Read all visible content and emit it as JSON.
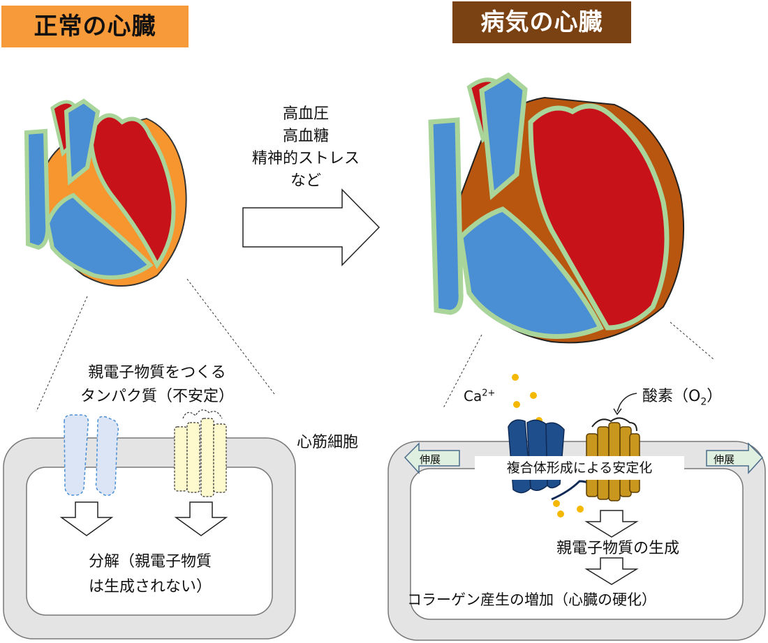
{
  "titles": {
    "normal": "正常の心臓",
    "diseased": "病気の心臓"
  },
  "causes": [
    "高血圧",
    "高血糖",
    "精神的ストレス",
    "など"
  ],
  "normal_side": {
    "protein_label_line1": "親電子物質をつくる",
    "protein_label_line2": "タンパク質（不安定）",
    "result_line1": "分解（親電子物質",
    "result_line2": "は生成されない）"
  },
  "cell_label": "心筋細胞",
  "diseased_side": {
    "calcium_prefix": "Ca",
    "calcium_sup": "2+",
    "oxygen_label": "酸素（O",
    "oxygen_sub": "2",
    "oxygen_close": "）",
    "stretch_left": "伸展",
    "stretch_right": "伸展",
    "complex_label": "複合体形成による安定化",
    "product_label": "親電子物質の生成",
    "collagen_label": "コラーゲン産生の増加（心臓の硬化）"
  },
  "colors": {
    "normal_badge": "#f79a3a",
    "diseased_badge": "#7a4112",
    "vein_blue": "#4a8fd4",
    "artery_red": "#c8121a",
    "muscle_orange": "#f7962f",
    "muscle_brown": "#b8560f",
    "membrane_green": "#a9d49a",
    "cell_gray": "#e6e6e6",
    "protein_blue_dashed": "#dbe5f5",
    "protein_yellow_dashed": "#fffacd",
    "complex_navy": "#1f4e8c",
    "complex_gold": "#c9961e",
    "calcium_dot": "#f5b800",
    "stretch_arrow": "#dff0e0"
  }
}
